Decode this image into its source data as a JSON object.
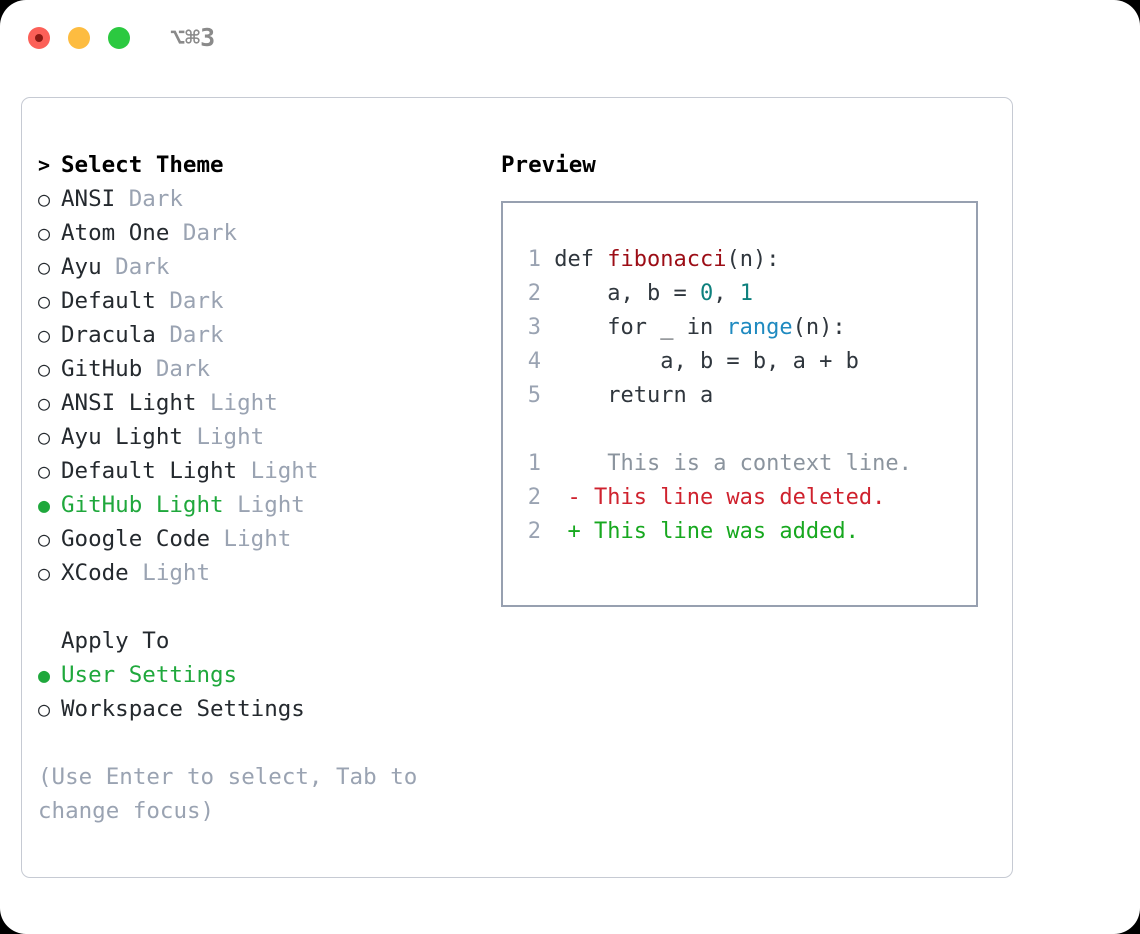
{
  "titlebar": {
    "shortcut": "⌥⌘3",
    "buttons": [
      {
        "name": "close",
        "color": "#fc6058"
      },
      {
        "name": "minimize",
        "color": "#fdbc40"
      },
      {
        "name": "maximize",
        "color": "#2bc940"
      }
    ]
  },
  "theme_picker": {
    "header": "Select Theme",
    "header_marker": ">",
    "marker_unselected": "○",
    "marker_selected": "●",
    "items": [
      {
        "name": "ANSI",
        "variant": "Dark",
        "selected": false
      },
      {
        "name": "Atom One",
        "variant": "Dark",
        "selected": false
      },
      {
        "name": "Ayu",
        "variant": "Dark",
        "selected": false
      },
      {
        "name": "Default",
        "variant": "Dark",
        "selected": false
      },
      {
        "name": "Dracula",
        "variant": "Dark",
        "selected": false
      },
      {
        "name": "GitHub",
        "variant": "Dark",
        "selected": false
      },
      {
        "name": "ANSI Light",
        "variant": "Light",
        "selected": false
      },
      {
        "name": "Ayu Light",
        "variant": "Light",
        "selected": false
      },
      {
        "name": "Default Light",
        "variant": "Light",
        "selected": false
      },
      {
        "name": "GitHub Light",
        "variant": "Light",
        "selected": true
      },
      {
        "name": "Google Code",
        "variant": "Light",
        "selected": false
      },
      {
        "name": "XCode",
        "variant": "Light",
        "selected": false
      }
    ]
  },
  "apply_to": {
    "header": "Apply To",
    "items": [
      {
        "name": "User Settings",
        "selected": true
      },
      {
        "name": "Workspace Settings",
        "selected": false
      }
    ]
  },
  "help": {
    "text": "(Use Enter to select, Tab to change focus)"
  },
  "preview": {
    "title": "Preview",
    "code_lines": [
      {
        "no": "1",
        "tokens": [
          {
            "t": "def ",
            "c": "kw"
          },
          {
            "t": "fibonacci",
            "c": "fn"
          },
          {
            "t": "(n):",
            "c": "kw"
          }
        ]
      },
      {
        "no": "2",
        "tokens": [
          {
            "t": "    a, b = ",
            "c": "kw"
          },
          {
            "t": "0",
            "c": "num"
          },
          {
            "t": ", ",
            "c": "kw"
          },
          {
            "t": "1",
            "c": "num"
          }
        ]
      },
      {
        "no": "3",
        "tokens": [
          {
            "t": "    for _ in ",
            "c": "kw"
          },
          {
            "t": "range",
            "c": "bi"
          },
          {
            "t": "(n):",
            "c": "kw"
          }
        ]
      },
      {
        "no": "4",
        "tokens": [
          {
            "t": "        a, b = b, a + b",
            "c": "kw"
          }
        ]
      },
      {
        "no": "5",
        "tokens": [
          {
            "t": "    return a",
            "c": "kw"
          }
        ]
      }
    ],
    "diff_lines": [
      {
        "no": "1",
        "sign": " ",
        "text": "  This is a context line.",
        "kind": "ctx"
      },
      {
        "no": "2",
        "sign": "-",
        "text": " This line was deleted.",
        "kind": "del"
      },
      {
        "no": "2",
        "sign": "+",
        "text": " This line was added.",
        "kind": "add"
      }
    ]
  },
  "colors": {
    "accent_green": "#1fa83c",
    "muted": "#9aa3b2",
    "diff_add": "#17a81f",
    "diff_del": "#cf222e",
    "code_function": "#9c0d16",
    "code_number": "#0e807d",
    "code_builtin": "#1f8ac0"
  }
}
